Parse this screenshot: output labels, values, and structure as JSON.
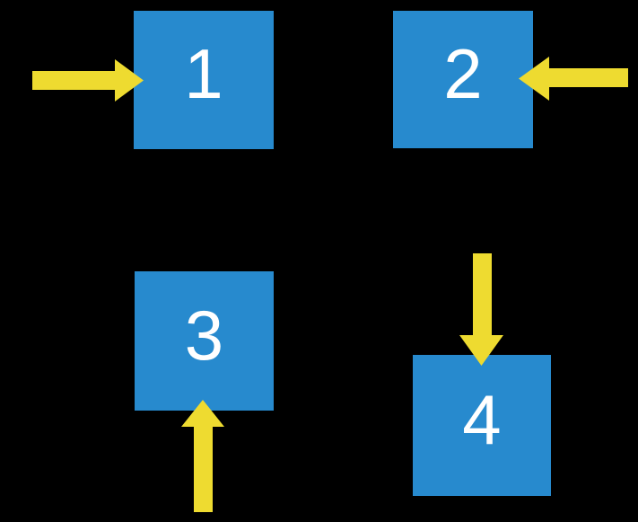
{
  "diagram": {
    "background_color": "#000000",
    "square_color": "#278ACE",
    "arrow_color": "#EEDB30",
    "label_color": "#FFFFFF",
    "squares": [
      {
        "label": "1",
        "arrow_direction": "right",
        "arrow_position": "left-of-square"
      },
      {
        "label": "2",
        "arrow_direction": "left",
        "arrow_position": "right-of-square"
      },
      {
        "label": "3",
        "arrow_direction": "up",
        "arrow_position": "below-square"
      },
      {
        "label": "4",
        "arrow_direction": "down",
        "arrow_position": "above-square"
      }
    ]
  }
}
